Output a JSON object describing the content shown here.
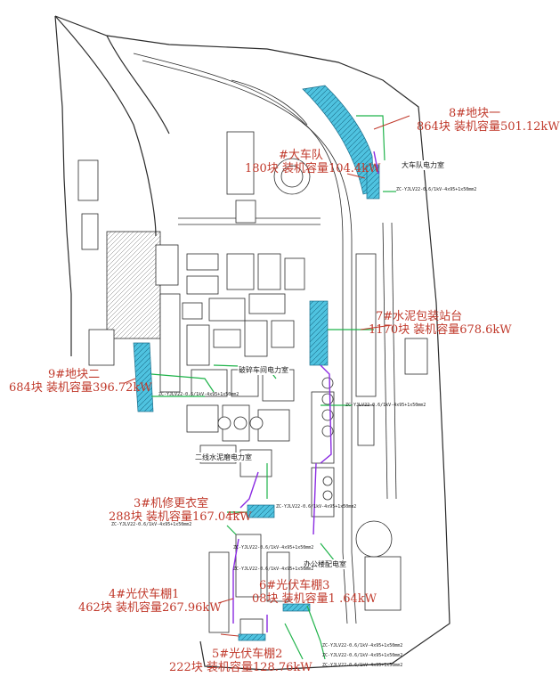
{
  "sites": {
    "site8": {
      "name": "8#地块一",
      "detail": "864块 装机容量501.12kW"
    },
    "site_cart": {
      "name": "#大车队",
      "detail": "180块 装机容量104.4kW"
    },
    "site7": {
      "name": "7#水泥包装站台",
      "detail": "1170块 装机容量678.6kW"
    },
    "site9": {
      "name": "9#地块二",
      "detail": "684块 装机容量396.72kW"
    },
    "site3": {
      "name": "3#机修更衣室",
      "detail": "288块 装机容量167.04kW"
    },
    "site4": {
      "name": "4#光伏车棚1",
      "detail": "462块 装机容量267.96kW"
    },
    "site6": {
      "name": "6#光伏车棚3",
      "detail": "08块 装机容量1 .64kW"
    },
    "site5": {
      "name": "5#光伏车棚2",
      "detail": "222块 装机容量128.76kW"
    }
  },
  "map_labels": {
    "cart_depot": "大车队电力室",
    "crusher_room": "破碎车间电力室",
    "mill_room": "二线水泥磨电力室",
    "office_room": "办公楼配电室"
  },
  "cable_labels": {
    "c_top": "ZC-YJLV22-0.6/1kV-4x95+1x50mm2",
    "c_mid_right": "ZC-YJLV22-0.6/1kV-4x95+1x50mm2",
    "c_left": "ZC-YJLV22-0.6/1kV-4x95+1x50mm2",
    "c_site3_a": "ZC-YJLV22-0.6/1kV-4x95+1x50mm2",
    "c_site3_b": "ZC-YJLV22-0.6/1kV-4x95+1x50mm2",
    "c_site3_c": "ZC-YJLV22-0.6/1kV-4x95+1x50mm2",
    "c_site3_d": "ZC-YJLV22-0.6/1kV-4x95+1x50mm2",
    "c_bottom_a": "ZC-YJLV22-0.6/1kV-4x95+1x50mm2",
    "c_bottom_b": "ZC-YJLV22-0.6/1kV-4x95+1x50mm2",
    "c_bottom_c": "ZC-YJLV22-0.6/1kV-4x95+1x50mm2"
  },
  "colors": {
    "pv_panel": "#4fc3e0",
    "pv_edge": "#1b6d8a",
    "cable_green": "#1fb34a",
    "cable_purple": "#8a2be2",
    "annotation": "#c0392b",
    "linework": "#2b2b2b"
  }
}
